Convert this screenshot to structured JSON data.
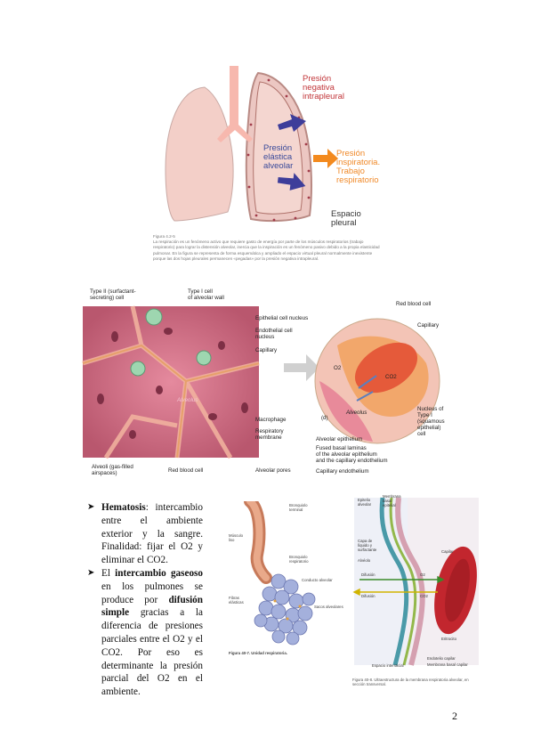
{
  "figure_lungs": {
    "label_pressure_neg": "Presión\nnegativa\nintrapleural",
    "label_elastic": "Presión\nelástica\nalveolar",
    "label_inspiratory": "Presión\ninspiratoria.\nTrabajo\nrespiratorio",
    "label_space": "Espacio\npleural",
    "caption_title": "Figura 4.2-5",
    "caption_text": "La respiración es un fenómeno activo que requiere gasto de energía por parte de los músculos respiratorios (trabajo respiratorio) para lograr la distensión alveolar, inercia que la inspiración es un fenómeno pasivo debido a la propia elasticidad pulmonar. En la figura se representa de forma esquemática y ampliado el espacio virtual pleural normalmente inexistente porque las dos hojas pleurales permanecen «pegadas» por la presión negativa intrapleural."
  },
  "figure_alveoli": {
    "type2": "Type II (surfactant-\nsecreting) cell",
    "type1": "Type I cell\nof alveolar wall",
    "epithelial_nucleus": "Epithelial cell nucleus",
    "endothelial_nucleus": "Endothelial cell\nnucleus",
    "capillary": "Capillary",
    "macrophage": "Macrophage",
    "resp_membrane": "Respiratory\nmembrane",
    "alveoli": "Alveoli (gas-filled\nairspaces)",
    "red_blood_cell": "Red blood cell",
    "alveolar_pores": "Alveolar pores",
    "alveolus_center": "Alveolus",
    "zoom_red_blood_cell": "Red blood cell",
    "zoom_capillary": "Capillary",
    "zoom_o2": "O2",
    "zoom_co2": "CO2",
    "zoom_alveolus": "Alveolus",
    "zoom_d": "(d)",
    "zoom_nucleus": "Nucleus of\nType I\n(squamous\nepithelial)\ncell",
    "zoom_alv_epi": "Alveolar epithelium",
    "zoom_fused": "Fused basal laminas\nof the alveolar epithelium\nand the capillary endothelium",
    "zoom_cap_endo": "Capillary endothelium"
  },
  "text": {
    "item1_bold": "Hematosis",
    "item1_rest": ": intercambio entre el ambiente exterior y la sangre. Finalidad: fijar el O2 y eliminar el CO2.",
    "item2_a": "El ",
    "item2_bold1": "intercambio gaseoso",
    "item2_b": " en los pulmones se produce por ",
    "item2_bold2": "difusión simple",
    "item2_c": " gracias a la diferencia de presiones parciales entre el O2 y el CO2. Por eso es determinante la presión parcial del O2 en el ambiente."
  },
  "figure_unit": {
    "bronq_term": "Bronquiolo\nterminal",
    "musculo": "Músculo\nliso",
    "bronq_resp": "Bronquiolo\nrespiratorio",
    "conducto": "Conducto alveolar",
    "fibras": "Fibras\nelásticas",
    "sacos": "Sacos alveolares",
    "caption": "Figura 40-7. Unidad respiratoria."
  },
  "figure_membrane": {
    "epitelio": "Epitelio\nalveolar",
    "membrana_basal_epi": "Membrana\nbasal\nepitelial",
    "capa": "Capa de\nlíquido y\nsurfactante",
    "alveolo": "Alvéolo",
    "capilar": "Capilar",
    "difusion": "Difusión",
    "o2": "O2",
    "co2": "CO2",
    "eritrocito": "Eritrocito",
    "espacio": "Espacio intersticial",
    "endotelio": "Endotelio capilar",
    "membrana_basal_cap": "Membrana basal capilar",
    "caption": "Figura 40-8. Ultraestructura de la membrana respiratoria alveolar, en sección transversal."
  },
  "page_number": "2"
}
